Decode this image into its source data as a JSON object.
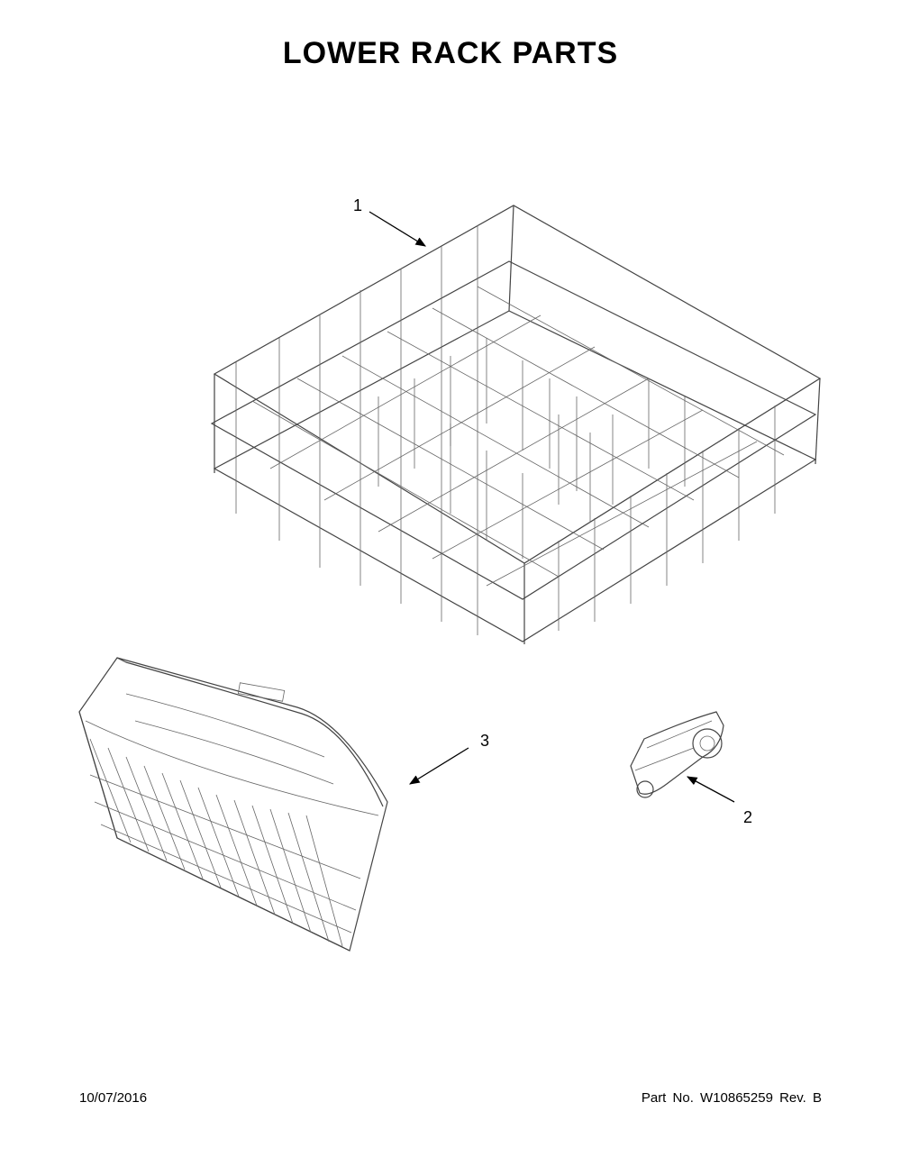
{
  "title": "LOWER RACK PARTS",
  "callouts": {
    "part1": "1",
    "part2": "2",
    "part3": "3"
  },
  "footer": {
    "date": "10/07/2016",
    "part_number": "Part No.  W10865259  Rev.  B"
  },
  "parts": [
    {
      "ref": "1",
      "icon": "lower-rack-icon"
    },
    {
      "ref": "2",
      "icon": "rack-wheel-icon"
    },
    {
      "ref": "3",
      "icon": "silverware-basket-icon"
    }
  ]
}
